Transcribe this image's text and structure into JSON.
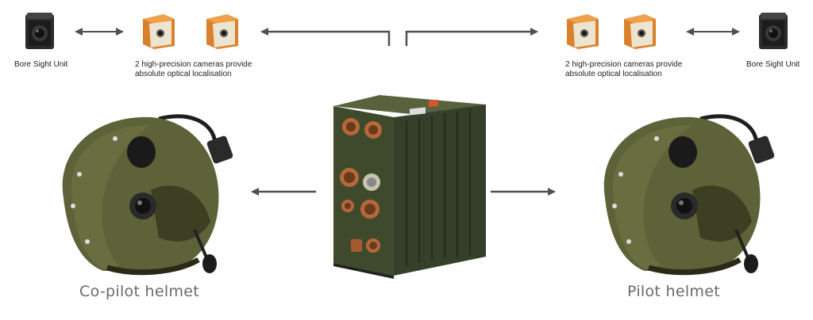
{
  "labels": {
    "bore_sight_left": "Bore Sight Unit",
    "bore_sight_right": "Bore Sight Unit",
    "cameras_left": "2 high-precision cameras provide\nabsolute optical localisation",
    "cameras_right": "2 high-precision cameras provide\nabsolute optical localisation",
    "copilot_helmet": "Co-pilot helmet",
    "pilot_helmet": "Pilot helmet"
  },
  "colors": {
    "helmet_olive": "#5d6238",
    "helmet_dark": "#3c3f22",
    "computer_green": "#3f4a2c",
    "connector_orange": "#b5683a",
    "camera_orange": "#d9822b",
    "camera_cream": "#ece4cf",
    "arrow_gray": "#505050",
    "label_gray": "#6a6a6a"
  },
  "icons": {
    "bore_sight": "bore-sight-unit-icon",
    "camera": "optical-camera-icon",
    "helmet": "pilot-helmet-icon",
    "computer": "tracking-computer-icon"
  }
}
